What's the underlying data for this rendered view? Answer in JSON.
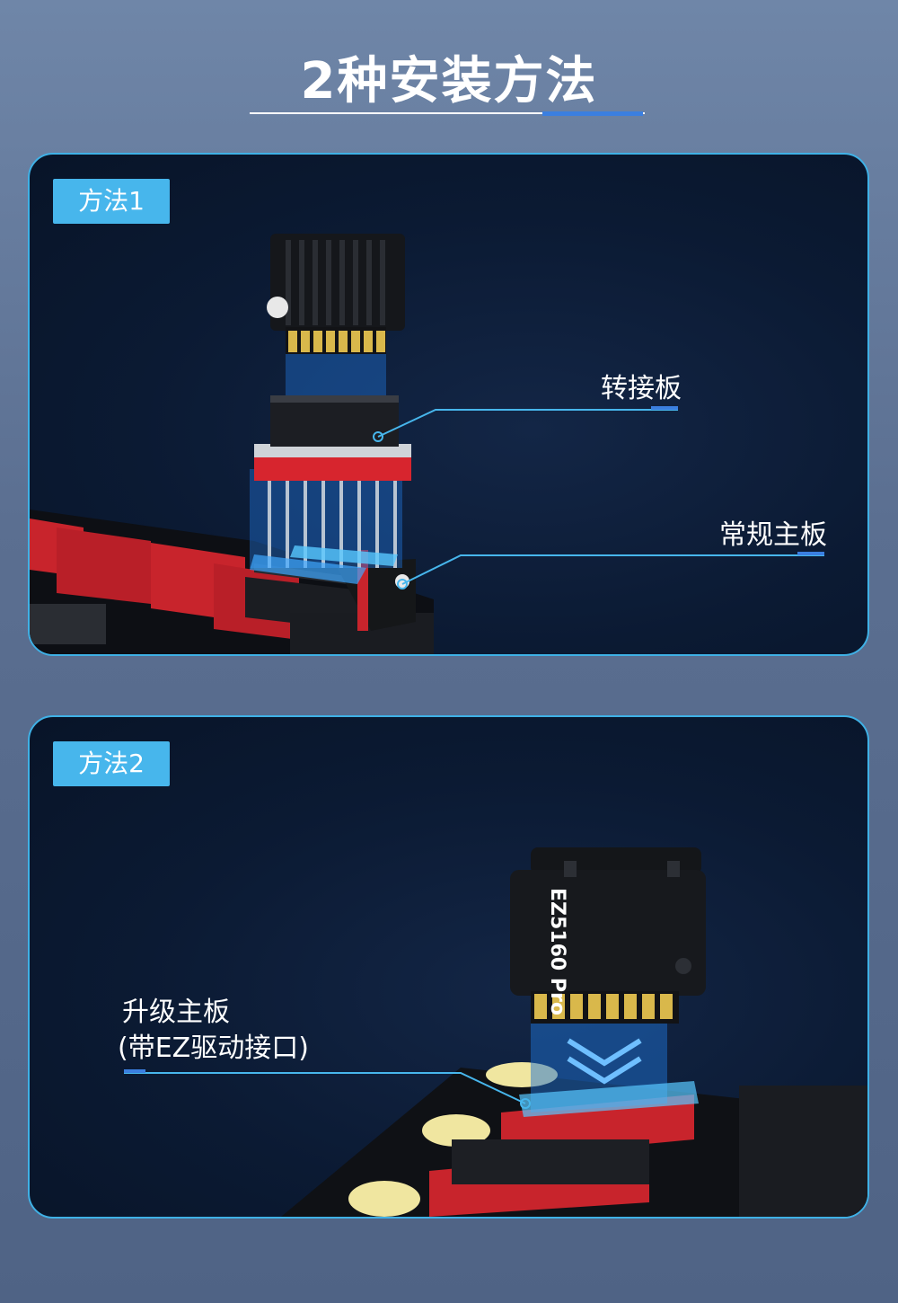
{
  "page": {
    "title": "2种安装方法"
  },
  "method1": {
    "badge": "方法1",
    "callouts": {
      "adapter_board": "转接板",
      "standard_mainboard": "常规主板"
    }
  },
  "method2": {
    "badge": "方法2",
    "module_text": "EZ5160 Pro",
    "callouts": {
      "upgrade_mainboard_line1": "升级主板",
      "upgrade_mainboard_line2": "(带EZ驱动接口)"
    }
  },
  "colors": {
    "accent": "#47b6ec",
    "panel_border": "#3fb1e6",
    "connector_red": "#c8242c"
  }
}
